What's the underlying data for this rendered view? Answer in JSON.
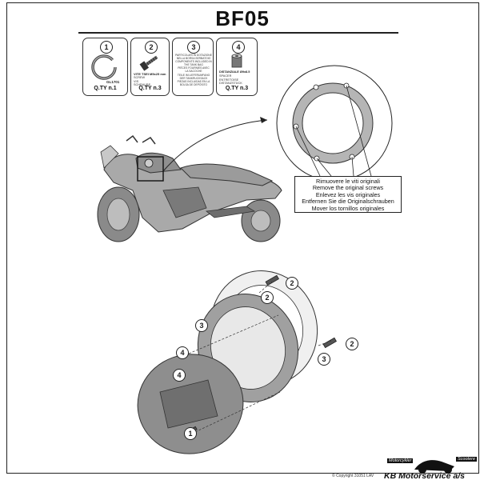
{
  "title": "BF05",
  "parts": [
    {
      "number": "1",
      "code": "GL1701",
      "qty": "Q.TY n.1"
    },
    {
      "number": "2",
      "code": "VITE TSEI M5x25 mm",
      "lines": [
        "SCREW",
        "VIS",
        "SCHRAUBE",
        "TORNILLO"
      ],
      "qty": "Q.TY n.3"
    },
    {
      "number": "3",
      "lines": [
        "PARTICOLARI IN DOTAZIONE",
        "NELLA BORSA SERBATOIO",
        "COMPONENTS INCLUDED IN",
        "THE TANK BAG",
        "PIÈCES FOURNIES AVEC",
        "LA SACOCHE",
        "TEILE IM LIEFERUMFANG",
        "DER TANKRUCKSACK",
        "PIEZAS INCLUIDAS EN LA",
        "BOLSA DE DEPÓSITO"
      ],
      "qty": ""
    },
    {
      "number": "4",
      "code": "DISTANZIALE Ø9x8.5",
      "lines": [
        "SPACER",
        "ENTRETOISE",
        "DISTANZSTÜCK",
        "DISTANCIADOR"
      ],
      "qty": "Q.TY n.3"
    }
  ],
  "callout_lines": [
    "Rimuovere le viti originali",
    "Remove the original screws",
    "Enlevez  les vis originales",
    "Entfernen Sie die Originalschrauben",
    "Mover los tornillos originales"
  ],
  "assembly_labels": [
    "2",
    "2",
    "3",
    "4",
    "4",
    "2",
    "3",
    "1"
  ],
  "copyright": "© Copyright 31051 LAV",
  "logo": {
    "tag_left": "Motorcykler",
    "tag_right": "Scootere",
    "name": "KB Motorservice a/s"
  }
}
